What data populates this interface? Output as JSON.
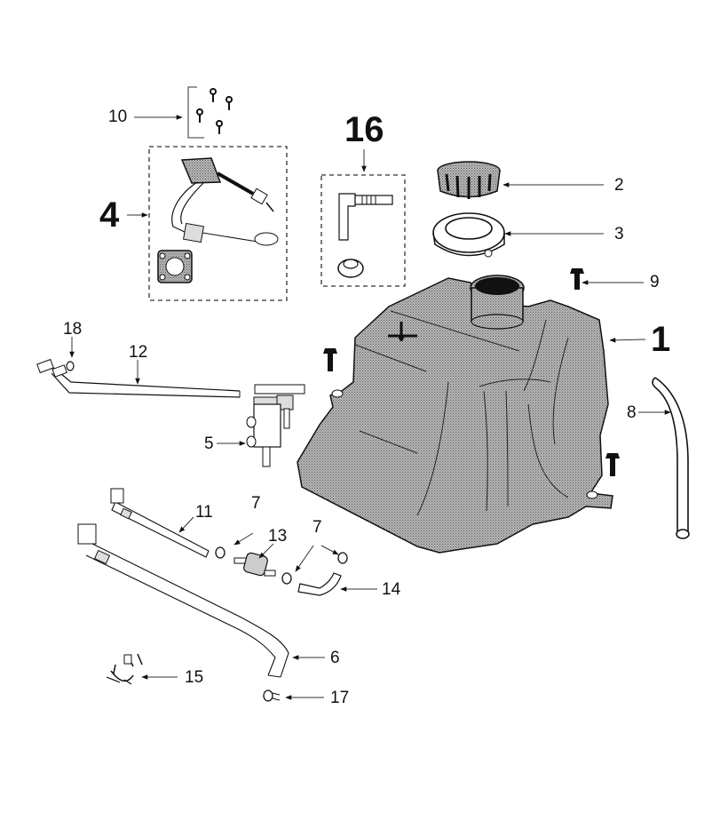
{
  "diagram": {
    "title": "Fuel tank exploded parts view",
    "colors": {
      "ink": "#111111",
      "fill": "#9a9a9a",
      "background": "#ffffff"
    },
    "callouts": [
      {
        "id": "1",
        "text": "1",
        "emphasis": true
      },
      {
        "id": "2",
        "text": "2"
      },
      {
        "id": "3",
        "text": "3"
      },
      {
        "id": "4",
        "text": "4",
        "emphasis": true
      },
      {
        "id": "5",
        "text": "5"
      },
      {
        "id": "6",
        "text": "6"
      },
      {
        "id": "7a",
        "text": "7"
      },
      {
        "id": "7b",
        "text": "7"
      },
      {
        "id": "8",
        "text": "8"
      },
      {
        "id": "9",
        "text": "9"
      },
      {
        "id": "10",
        "text": "10"
      },
      {
        "id": "11",
        "text": "11"
      },
      {
        "id": "12",
        "text": "12"
      },
      {
        "id": "13",
        "text": "13"
      },
      {
        "id": "14",
        "text": "14"
      },
      {
        "id": "15",
        "text": "15"
      },
      {
        "id": "16",
        "text": "16",
        "emphasis": true
      },
      {
        "id": "17",
        "text": "17"
      },
      {
        "id": "18",
        "text": "18"
      }
    ]
  }
}
